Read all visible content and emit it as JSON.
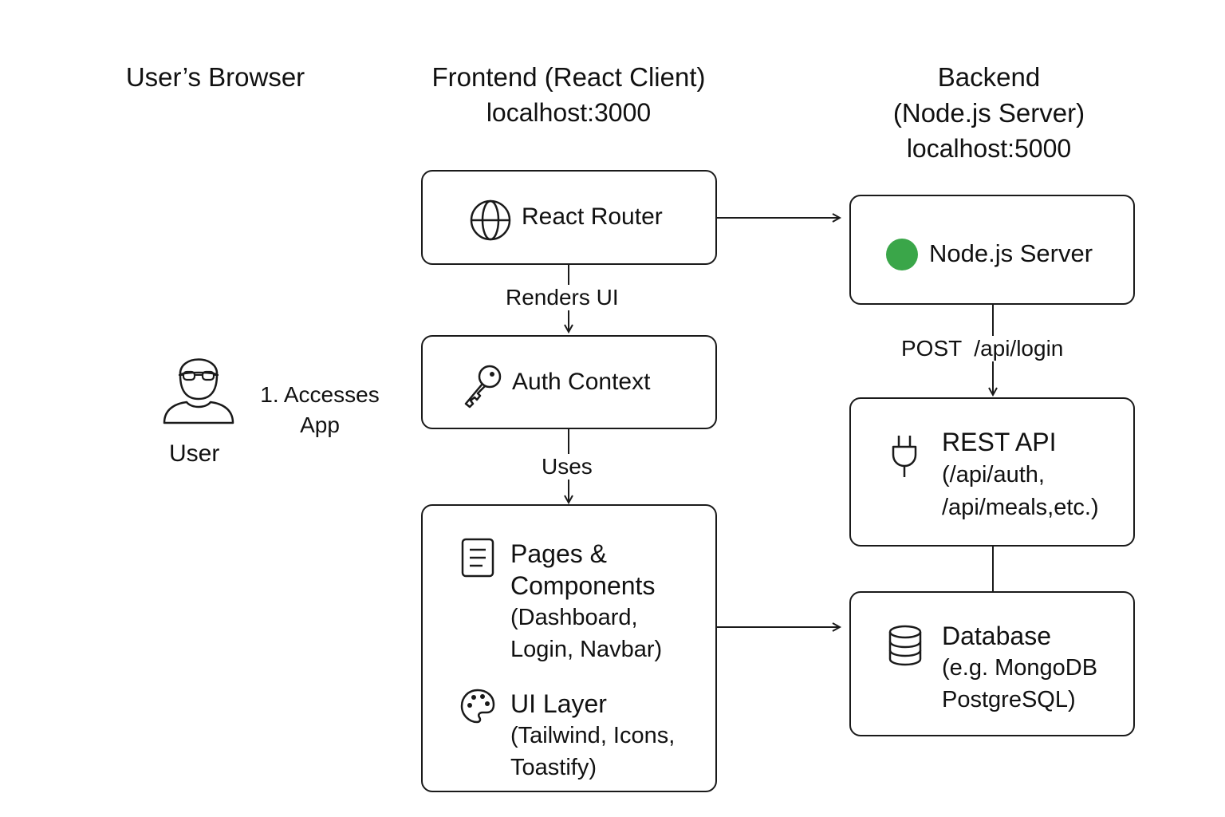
{
  "columns": {
    "browser": {
      "title": "User’s Browser"
    },
    "frontend": {
      "title": "Frontend (React Client)",
      "host": "localhost:3000"
    },
    "backend": {
      "title_line1": "Backend",
      "title_line2": "(Node.js Server)",
      "host": "localhost:5000"
    }
  },
  "user": {
    "label": "User",
    "action_line1": "1. Accesses",
    "action_line2": "App",
    "icon": "user-avatar-icon"
  },
  "frontend_nodes": {
    "router": {
      "label": "React Router",
      "icon": "globe-icon"
    },
    "auth": {
      "label": "Auth Context",
      "icon": "key-icon"
    },
    "pages": {
      "title_line1": "Pages &",
      "title_line2": "Components",
      "desc_line1": "(Dashboard,",
      "desc_line2": "Login, Navbar)",
      "icon": "document-icon"
    },
    "ui_layer": {
      "title": "UI Layer",
      "desc_line1": "(Tailwind, Icons,",
      "desc_line2": "Toastify)",
      "icon": "palette-icon"
    }
  },
  "backend_nodes": {
    "server": {
      "label": "Node.js Server",
      "icon": "green-status-dot",
      "dot_color": "#3aa649"
    },
    "rest": {
      "title": "REST API",
      "desc_line1": "(/api/auth,",
      "desc_line2": "/api/meals,etc.)",
      "icon": "plug-icon"
    },
    "database": {
      "title": "Database",
      "desc_line1": "(e.g. MongoDB",
      "desc_line2": "PostgreSQL)",
      "icon": "database-icon"
    }
  },
  "edges": {
    "router_to_auth": "Renders UI",
    "auth_to_pages": "Uses",
    "server_to_rest": "POST  /api/login"
  },
  "colors": {
    "stroke": "#1a1a1a",
    "accent_green": "#3aa649"
  }
}
